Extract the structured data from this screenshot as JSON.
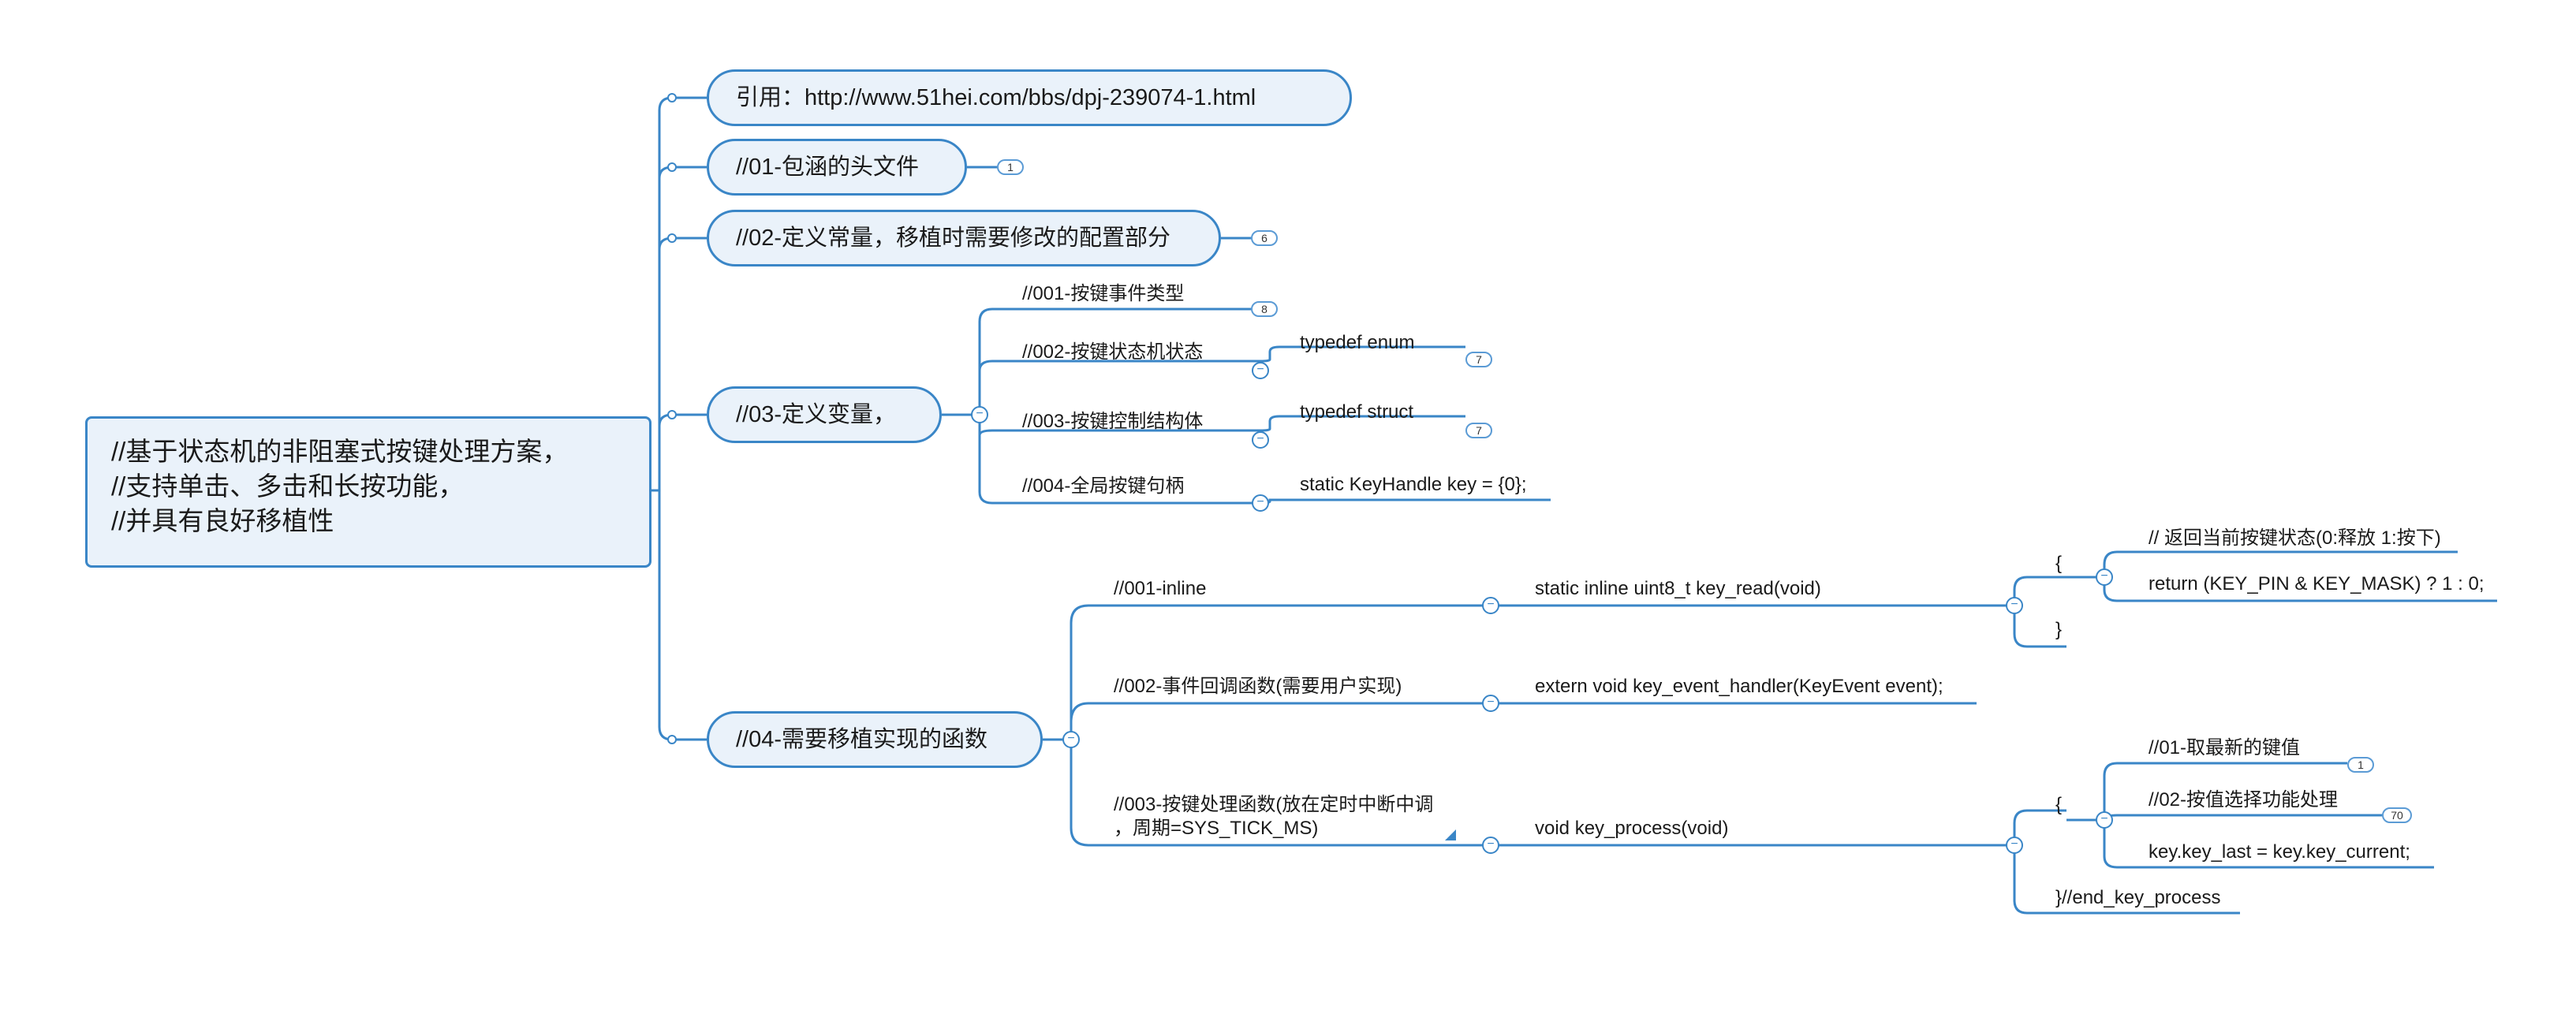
{
  "root": {
    "lines": [
      "//基于状态机的非阻塞式按键处理方案，",
      "//支持单击、多击和长按功能，",
      "//并具有良好移植性"
    ]
  },
  "topics": {
    "ref": "引用：http://www.51hei.com/bbs/dpj-239074-1.html",
    "t01": "//01-包涵的头文件",
    "t02": "//02-定义常量，移植时需要修改的配置部分",
    "t03": "//03-定义变量，",
    "t04": "//04-需要移植实现的函数"
  },
  "badges": {
    "t01": "1",
    "t02": "6",
    "v001": "8",
    "v002": "7",
    "v003": "7",
    "f01": "1",
    "f02": "70"
  },
  "vars": {
    "v001": "//001-按键事件类型",
    "v002": "//002-按键状态机状态",
    "v002_child": "typedef enum",
    "v003": "//003-按键控制结构体",
    "v003_child": "typedef struct",
    "v004": "//004-全局按键句柄",
    "v004_child": "static KeyHandle key = {0};"
  },
  "funcs": {
    "f001": "//001-inline",
    "f001_child": "static inline uint8_t key_read(void)",
    "f001_open": "{",
    "f001_comment": "// 返回当前按键状态(0:释放 1:按下)",
    "f001_return": "return (KEY_PIN & KEY_MASK) ? 1 : 0;",
    "f001_close": "}",
    "f002": "//002-事件回调函数(需要用户实现)",
    "f002_child": "extern void key_event_handler(KeyEvent event);",
    "f003_line1": "//003-按键处理函数(放在定时中断中调",
    "f003_line2": "，周期=SYS_TICK_MS)",
    "f003_child": "void key_process(void)",
    "f003_open": "{",
    "f003_s01": "//01-取最新的键值",
    "f003_s02": "//02-按值选择功能处理",
    "f003_s03": "key.key_last = key.key_current;",
    "f003_end": "}//end_key_process"
  },
  "collapse_symbol": "−",
  "colors": {
    "line": "#3a86c7",
    "node_fill": "#eaf2fa"
  }
}
